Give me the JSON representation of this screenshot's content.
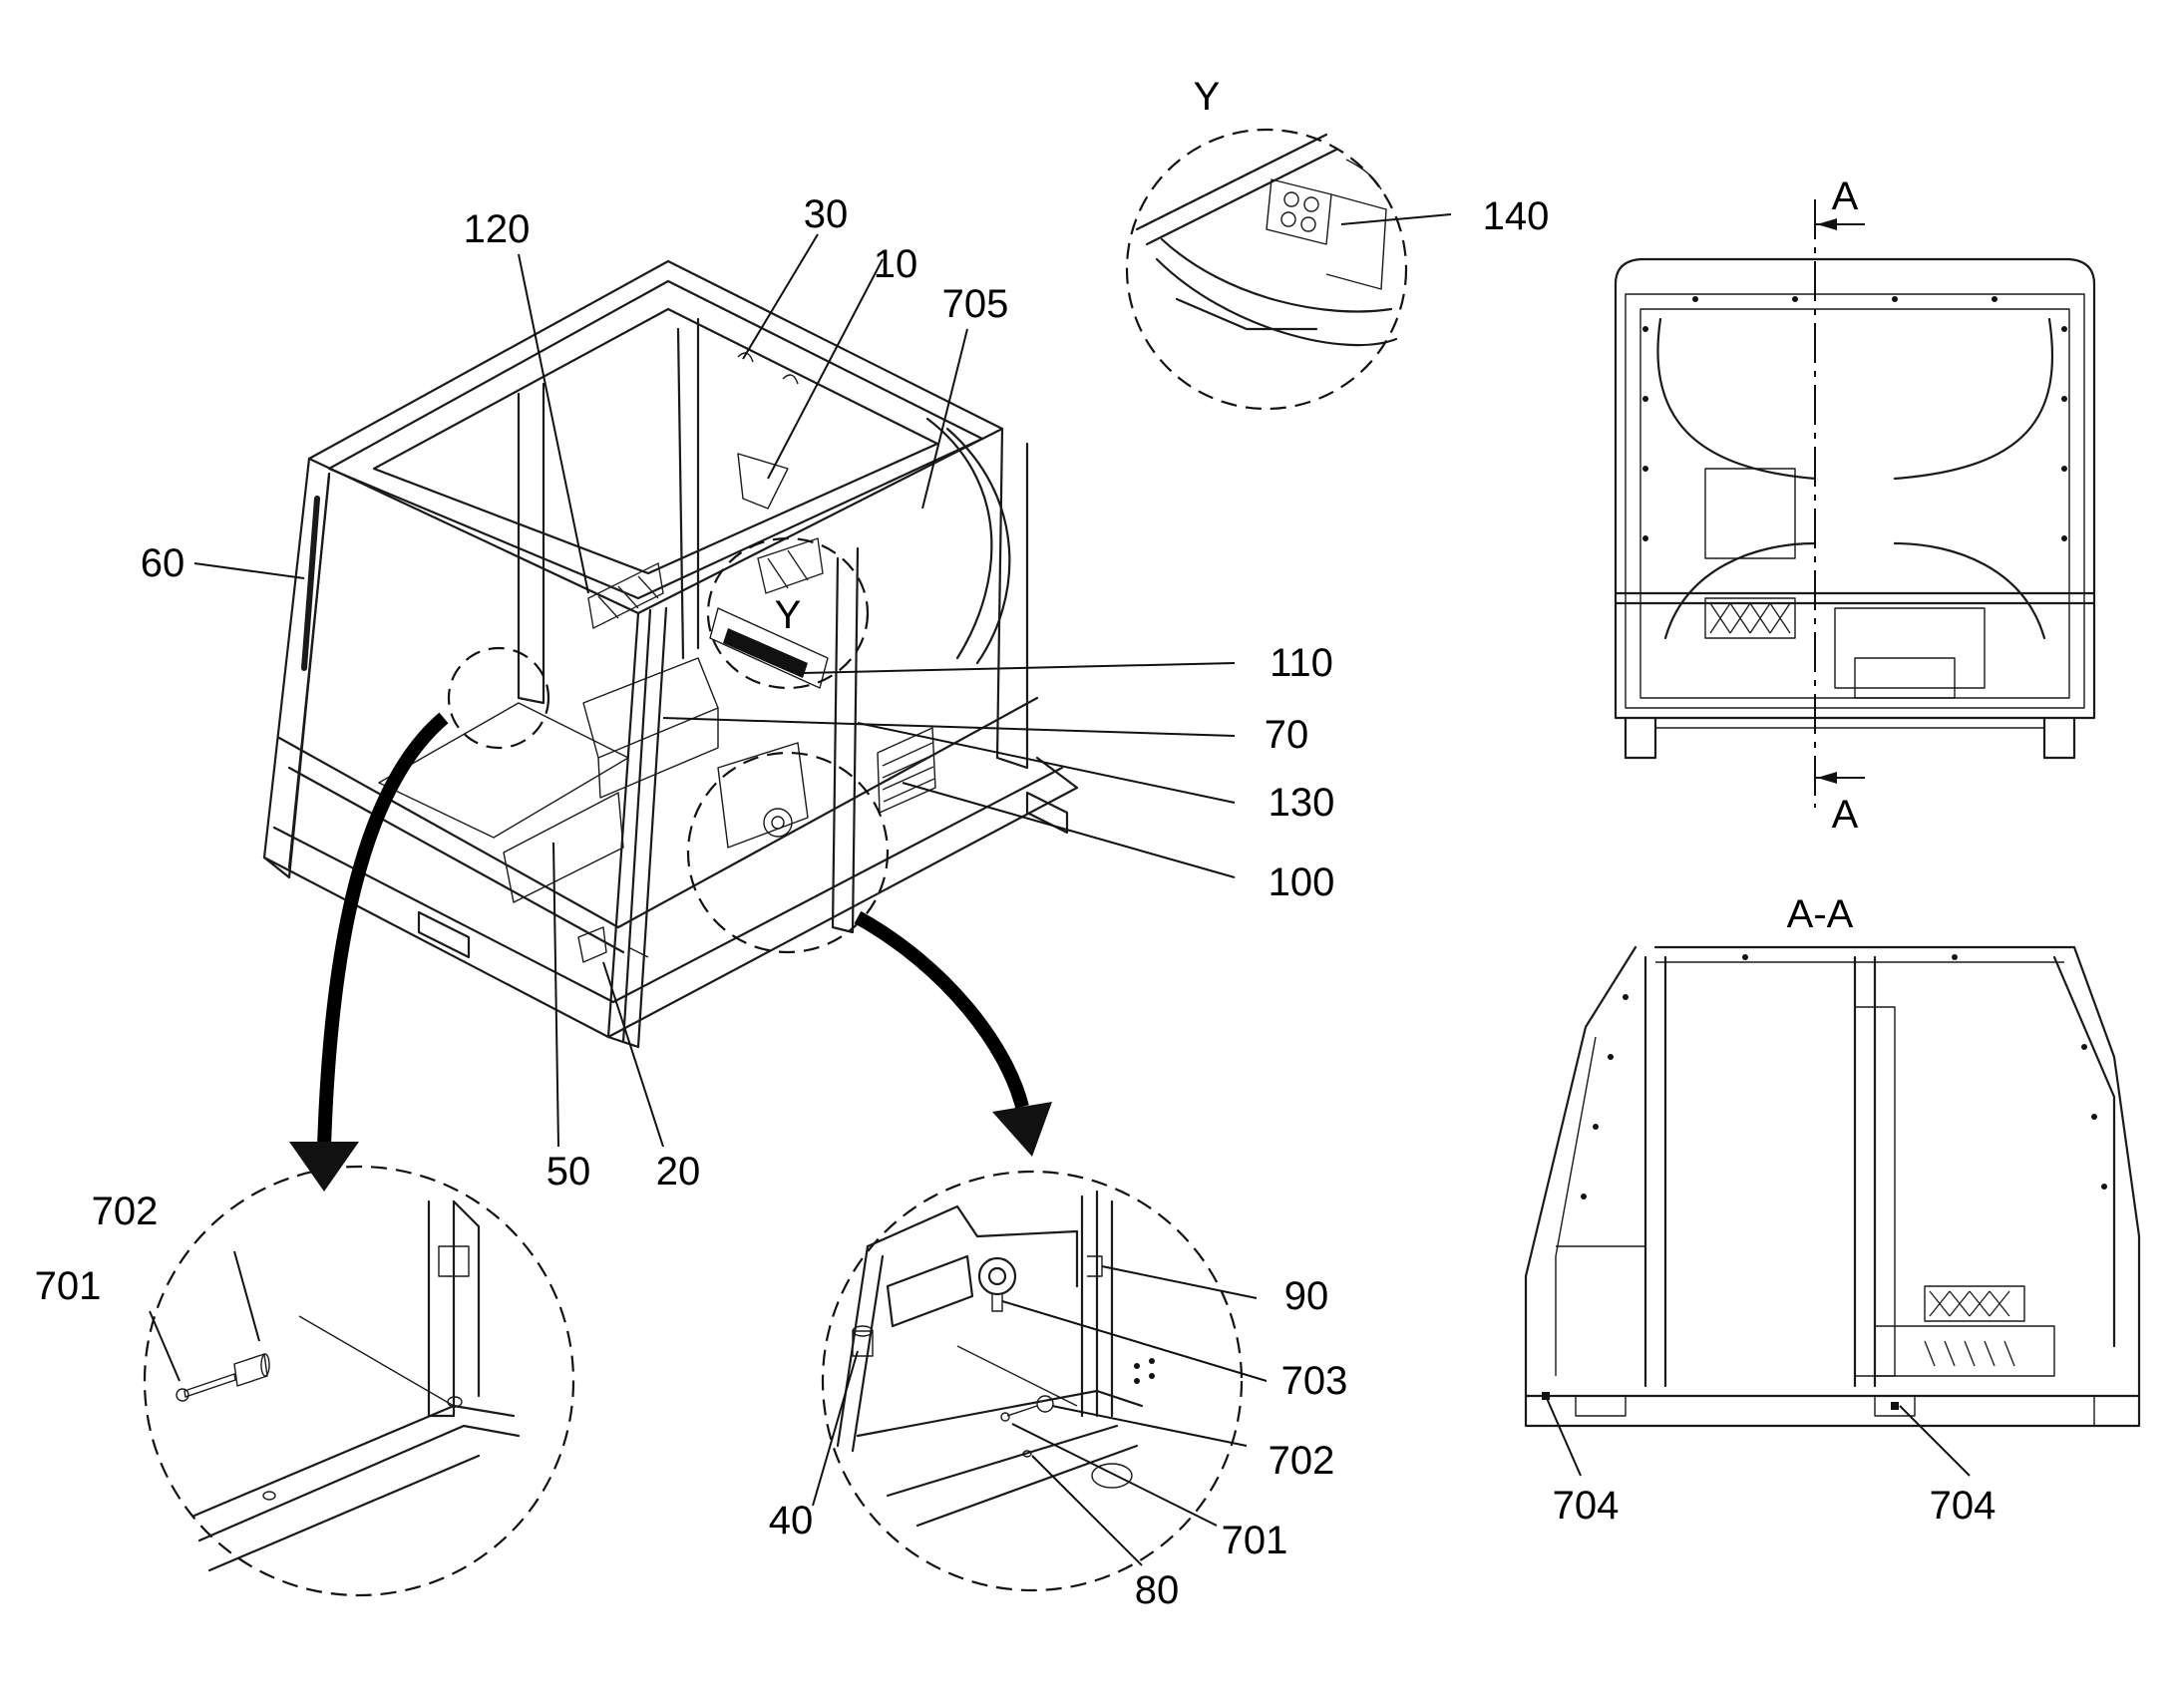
{
  "views": {
    "detail_y_title": "Y",
    "detail_y_marker": "Y",
    "section_title": "A-A",
    "section_mark_top": "A",
    "section_mark_bottom": "A"
  },
  "labels": {
    "l120": "120",
    "l30": "30",
    "l10": "10",
    "l705": "705",
    "l60": "60",
    "l110": "110",
    "l70": "70",
    "l130": "130",
    "l100": "100",
    "l50": "50",
    "l20": "20",
    "l140": "140",
    "l702a": "702",
    "l701a": "701",
    "l90": "90",
    "l703": "703",
    "l702b": "702",
    "l40": "40",
    "l701b": "701",
    "l80": "80",
    "l704a": "704",
    "l704b": "704"
  }
}
